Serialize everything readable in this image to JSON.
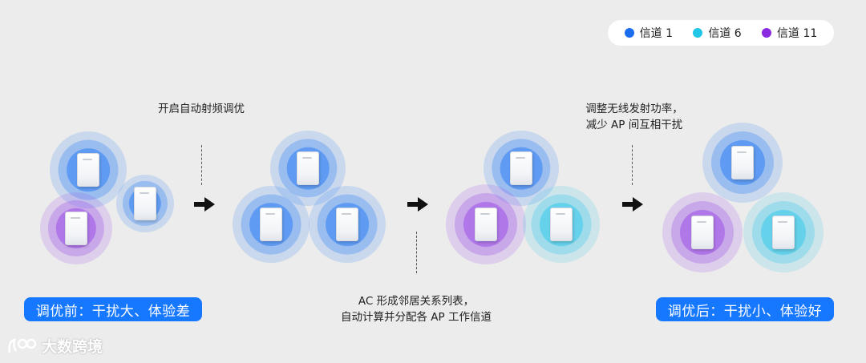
{
  "legend": [
    {
      "label": "信道 1",
      "color": "#1a6cf0"
    },
    {
      "label": "信道 6",
      "color": "#1fc6e6"
    },
    {
      "label": "信道 11",
      "color": "#8a2be2"
    }
  ],
  "captions": {
    "step1": "开启自动射频调优",
    "step2_line1": "AC 形成邻居关系列表，",
    "step2_line2": "自动计算并分配各 AP 工作信道",
    "step3_line1": "调整无线发射功率，",
    "step3_line2": "减少 AP 间互相干扰"
  },
  "labels": {
    "before": "调优前：干扰大、体验差",
    "after": "调优后：干扰小、体验好"
  },
  "channel_colors": {
    "ch1": "#2f7ff5",
    "ch6": "#37c8ea",
    "ch11": "#9a4ee8"
  },
  "stages": [
    {
      "name": "before",
      "aps": [
        "ch1",
        "ch1",
        "ch11"
      ]
    },
    {
      "name": "all-same-channel",
      "aps": [
        "ch1",
        "ch1",
        "ch1"
      ]
    },
    {
      "name": "channels-assigned",
      "aps": [
        "ch1",
        "ch11",
        "ch6"
      ]
    },
    {
      "name": "after",
      "aps": [
        "ch1",
        "ch11",
        "ch6"
      ]
    }
  ],
  "watermark": {
    "text": "大数跨境"
  }
}
